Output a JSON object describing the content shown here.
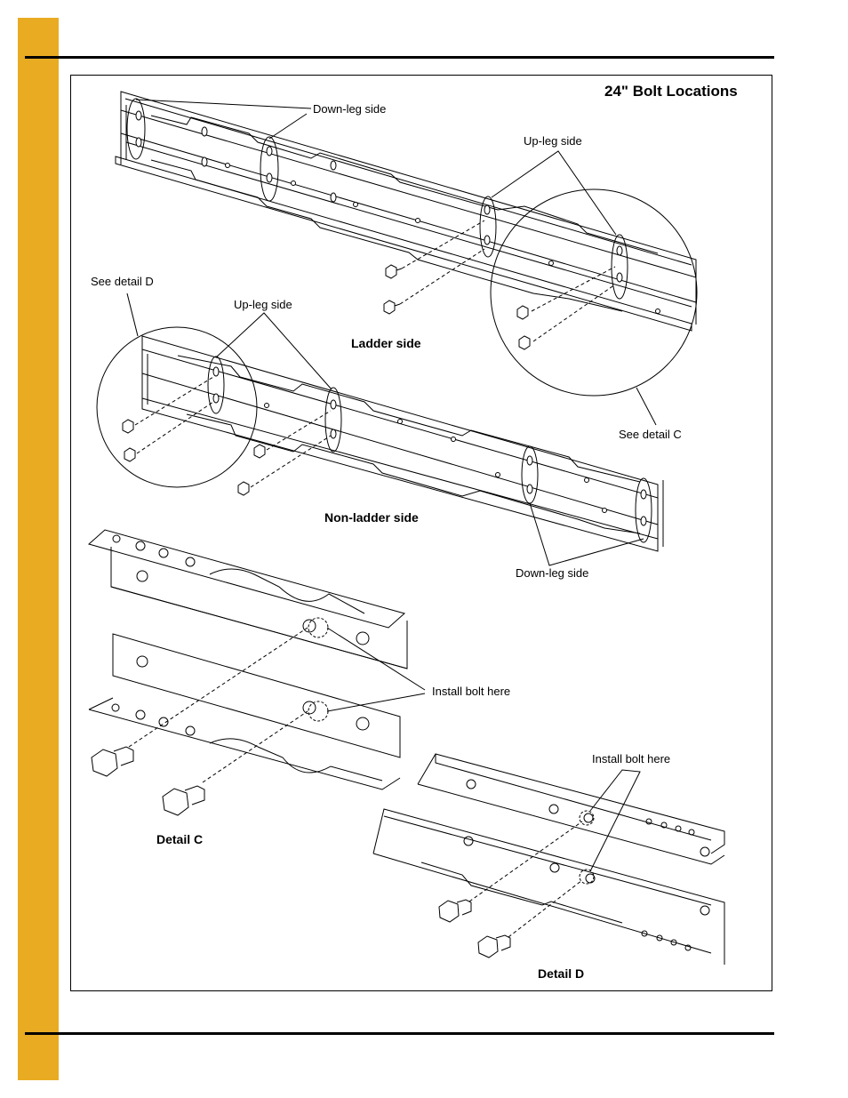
{
  "colors": {
    "side_bar": "#E8AB22",
    "rules": "#000000"
  },
  "figure": {
    "title": "24\" Bolt Locations",
    "callouts": {
      "down_leg_side_top": "Down-leg side",
      "up_leg_side_right": "Up-leg side",
      "see_detail_d": "See detail D",
      "up_leg_side_left": "Up-leg side",
      "ladder_side": "Ladder side",
      "see_detail_c": "See detail C",
      "non_ladder_side": "Non-ladder side",
      "down_leg_side_bottom": "Down-leg side",
      "install_bolt_here_c": "Install bolt here",
      "install_bolt_here_d": "Install bolt here",
      "detail_c": "Detail C",
      "detail_d": "Detail D"
    }
  }
}
